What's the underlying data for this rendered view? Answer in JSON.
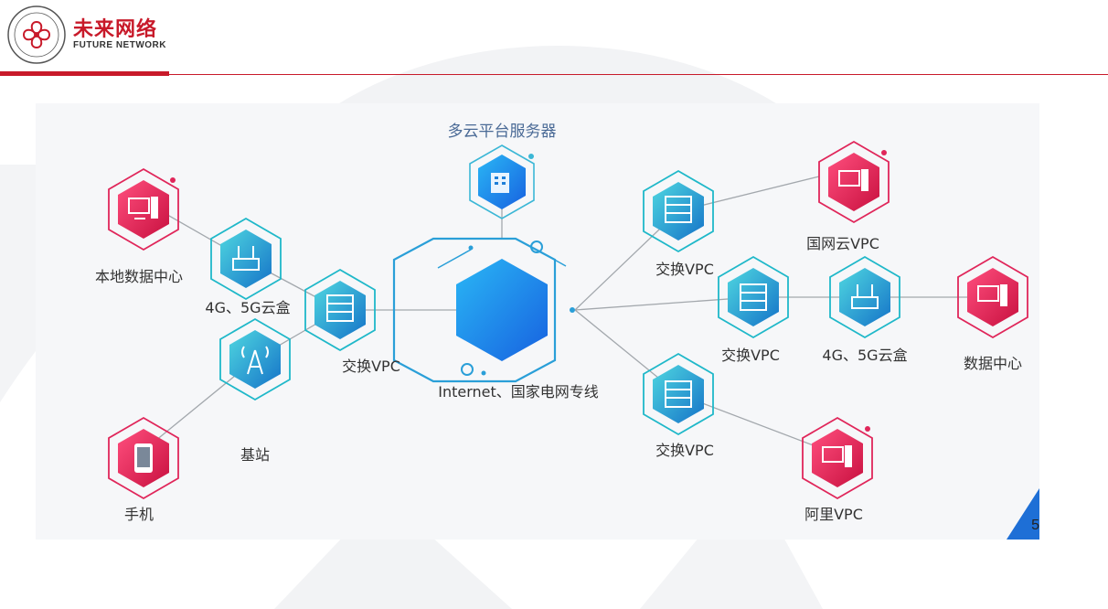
{
  "header": {
    "logo_cn": "未来网络",
    "logo_en": "FUTURE NETWORK",
    "accent": "#c81a2a"
  },
  "diagram": {
    "title": "多云平台服务器",
    "center_label": "Internet、国家电网专线",
    "nodes": {
      "local_dc": "本地数据中心",
      "box_left": "4G、5G云盒",
      "base_station": "基站",
      "phone": "手机",
      "vpc_left": "交换VPC",
      "vpc_top": "交换VPC",
      "vpc_mid": "交换VPC",
      "vpc_bottom": "交换VPC",
      "state_grid_vpc": "国网云VPC",
      "box_right": "4G、5G云盒",
      "dc_right": "数据中心",
      "aliyun_vpc": "阿里VPC"
    },
    "corner_text": "5",
    "colors": {
      "pink": "#e0265a",
      "cyan": "#1fb8c9",
      "blue": "#1e8fe6",
      "line": "#9aa0a6"
    }
  }
}
